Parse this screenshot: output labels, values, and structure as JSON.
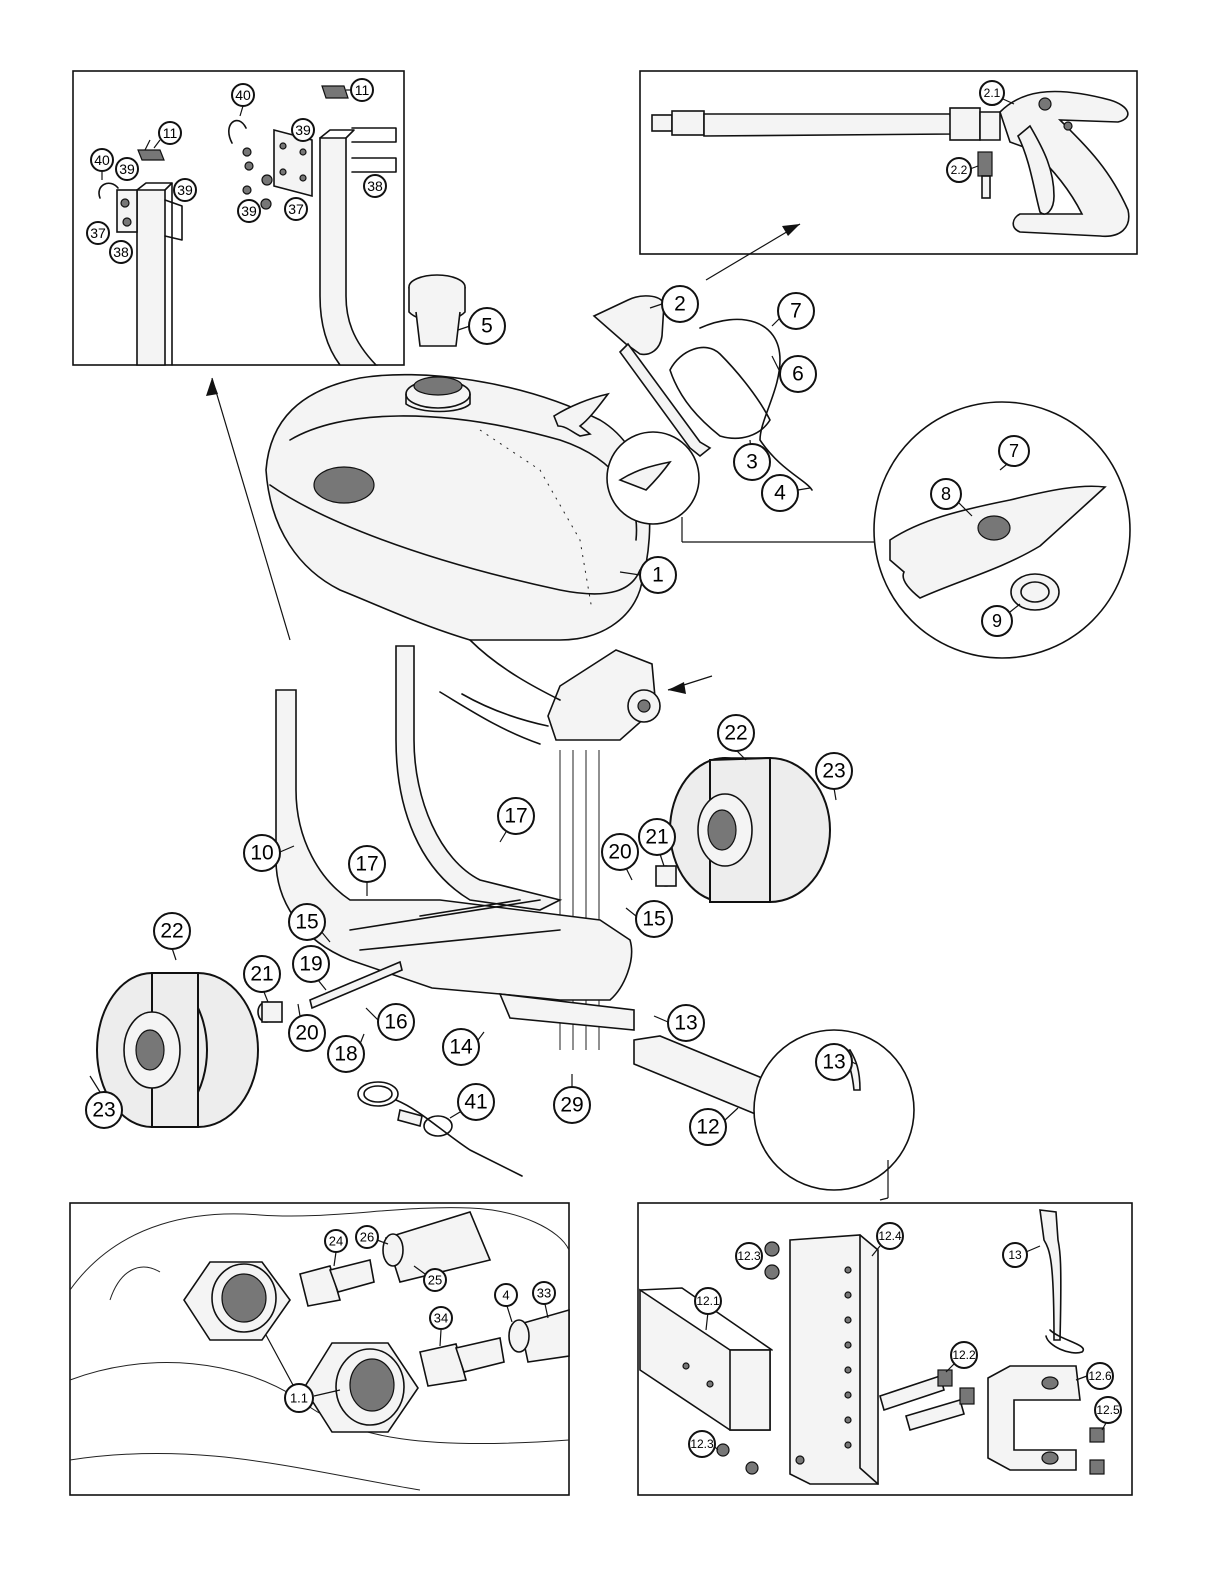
{
  "main_labels": {
    "c1": "1",
    "c2": "2",
    "c3": "3",
    "c4": "4",
    "c5": "5",
    "c6": "6",
    "c7": "7",
    "c8": "8",
    "c9": "9",
    "c10": "10",
    "c12": "12",
    "c13": "13",
    "c14": "14",
    "c15": "15",
    "c16": "16",
    "c17": "17",
    "c18": "18",
    "c19": "19",
    "c20": "20",
    "c21": "21",
    "c22": "22",
    "c23": "23",
    "c29": "29",
    "c41": "41"
  },
  "inset_mount_labels": {
    "c11": "11",
    "c37": "37",
    "c38": "38",
    "c39": "39",
    "c40": "40"
  },
  "inset_gun_labels": {
    "c21": "2.1",
    "c22": "2.2"
  },
  "inset_fitting_labels": {
    "c11": "1.1",
    "c4": "4",
    "c24": "24",
    "c25": "25",
    "c26": "26",
    "c33": "33",
    "c34": "34"
  },
  "inset_hitch_labels": {
    "c121": "12.1",
    "c122": "12.2",
    "c123": "12.3",
    "c124": "12.4",
    "c125": "12.5",
    "c126": "12.6",
    "c13": "13"
  }
}
